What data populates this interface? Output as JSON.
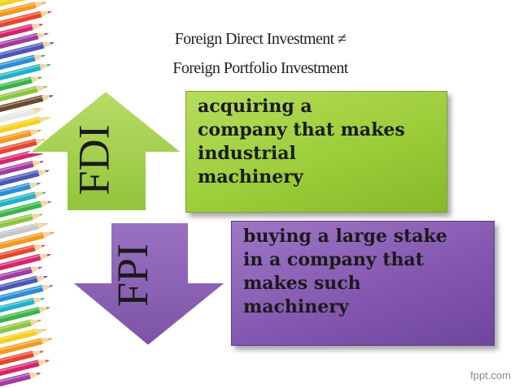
{
  "title": {
    "line1": "Foreign Direct Investment ≠",
    "line2": "Foreign Portfolio Investment"
  },
  "fdi": {
    "label": "FDI",
    "color": "#9ccd3a",
    "direction": "up",
    "description_lines": [
      "acquiring a",
      "company that makes",
      "industrial",
      "machinery"
    ]
  },
  "fpi": {
    "label": "FPI",
    "color": "#8458b0",
    "direction": "down",
    "description_lines": [
      "buying a large stake",
      "in a company that",
      "makes such",
      "machinery"
    ]
  },
  "watermark": "fppt.com",
  "decoration": {
    "pencil_colors": [
      "#f6d11b",
      "#f39a1e",
      "#e8452c",
      "#d6246b",
      "#a23aa0",
      "#4c55b8",
      "#2a8fd4",
      "#1fb3c9",
      "#39b54a",
      "#8cc63f",
      "#6b4a2b",
      "#e7e7e7",
      "#f6d11b",
      "#f39a1e",
      "#e8452c",
      "#d6246b",
      "#a23aa0",
      "#4c55b8",
      "#2a8fd4",
      "#1fb3c9",
      "#39b54a",
      "#8cc63f",
      "#c7c7c7",
      "#f39a1e",
      "#e8452c",
      "#d6246b",
      "#a23aa0",
      "#4c55b8",
      "#2a8fd4",
      "#1fb3c9",
      "#39b54a",
      "#8cc63f",
      "#f6d11b",
      "#f39a1e",
      "#e8452c",
      "#d6246b",
      "#a23aa0"
    ]
  }
}
